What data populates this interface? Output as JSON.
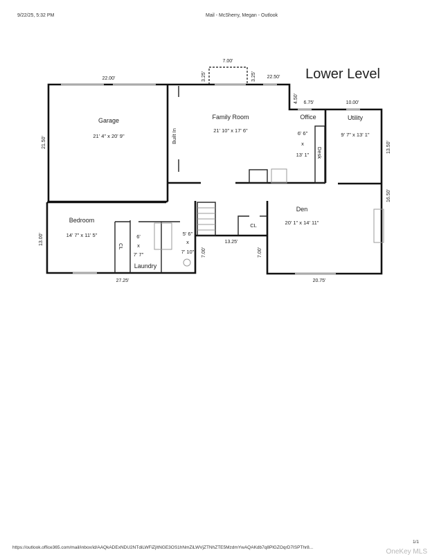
{
  "header": {
    "datetime": "9/22/25, 5:32 PM",
    "title": "Mail - McSherry, Megan - Outlook"
  },
  "plan": {
    "title": "Lower Level",
    "rooms": {
      "garage": {
        "name": "Garage",
        "size": "21' 4\" x 20' 9\""
      },
      "family_room": {
        "name": "Family Room",
        "size": "21' 10\" x 17' 6\""
      },
      "built_in": "Built In",
      "office": {
        "name": "Office",
        "size_a": "6' 6\"",
        "x": "x",
        "size_b": "13' 1\""
      },
      "desk": "Desk",
      "utility": {
        "name": "Utility",
        "size": "9' 7\" x 13' 1\""
      },
      "bedroom": {
        "name": "Bedroom",
        "size": "14' 7\" x 11' 5\""
      },
      "bedroom_closet": "CL",
      "laundry": {
        "name": "Laundry",
        "size_a": "6'",
        "x": "x",
        "size_b": "7' 7\""
      },
      "bath": {
        "size_a": "5' 6\"",
        "x": "x",
        "size_b": "7' 10\""
      },
      "hall_closet": "CL",
      "den": {
        "name": "Den",
        "size": "20' 1\" x 14' 11\""
      }
    },
    "dimensions": {
      "garage_top": "22.00'",
      "bump_width": "7.00'",
      "bump_left": "3.25'",
      "bump_right": "3.25'",
      "family_top": "22.50'",
      "office_jog": "4.50'",
      "office_top": "6.75'",
      "utility_top": "10.00'",
      "utility_right": "13.50'",
      "den_right": "16.50'",
      "garage_left": "21.50'",
      "bedroom_left": "13.00'",
      "bedroom_bottom": "27.25'",
      "hall_bottom": "13.25'",
      "hall_left": "7.00'",
      "hall_right": "7.00'",
      "den_bottom": "20.75'"
    }
  },
  "footer": {
    "url": "https://outlook.office365.com/mail/inbox/id/AAQkADExNDU2NTdiLWFiZjItNGE3OS1hNmZiLWVjZTNhZTE5MzdmYwAQAKdb7q8PlGZOqrD7ISPThr8...",
    "page": "1/1",
    "watermark": "OneKey MLS"
  }
}
